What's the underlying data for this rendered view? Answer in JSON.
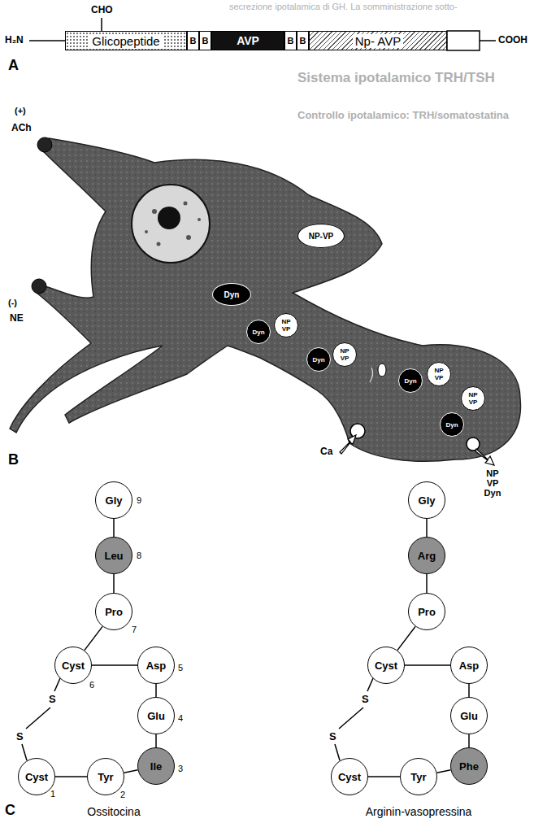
{
  "diagram": {
    "nodes": [
      {
        "text": [
          "Glicopeptide"
        ]
      },
      {
        "text": [
          "B"
        ]
      },
      {
        "text": [
          "B"
        ]
      },
      {
        "text": [
          "AVP"
        ]
      },
      {
        "text": [
          "B"
        ]
      },
      {
        "text": [
          "B"
        ]
      },
      {
        "text": [
          "Np- AVP"
        ]
      },
      {
        "text": [
          "NP-VP"
        ]
      },
      {
        "text": [
          "Dyn"
        ]
      },
      {
        "text": [
          "Dyn"
        ]
      },
      {
        "text": [
          "NP VP"
        ]
      },
      {
        "text": [
          "Dyn"
        ]
      },
      {
        "text": [
          "NP VP"
        ]
      },
      {
        "text": [
          "Dyn"
        ]
      },
      {
        "text": [
          "NP VP"
        ]
      },
      {
        "text": [
          "NP VP"
        ]
      },
      {
        "text": [
          "Dyn"
        ]
      },
      {
        "text": [
          "Gly"
        ]
      },
      {
        "text": [
          "Leu"
        ]
      },
      {
        "text": [
          "Pro"
        ]
      },
      {
        "text": [
          "Cyst"
        ]
      },
      {
        "text": [
          "Asp"
        ]
      },
      {
        "text": [
          "Glu"
        ]
      },
      {
        "text": [
          "Ile"
        ]
      },
      {
        "text": [
          "Cyst"
        ]
      },
      {
        "text": [
          "Tyr"
        ]
      },
      {
        "text": [
          "Gly"
        ]
      },
      {
        "text": [
          "Arg"
        ]
      },
      {
        "text": [
          "Pro"
        ]
      },
      {
        "text": [
          "Cyst"
        ]
      },
      {
        "text": [
          "Asp"
        ]
      },
      {
        "text": [
          "Glu"
        ]
      },
      {
        "text": [
          "Phe"
        ]
      },
      {
        "text": [
          "Cyst"
        ]
      },
      {
        "text": [
          "Tyr"
        ]
      }
    ],
    "edges": [
      {
        "from": 17,
        "to": 18,
        "arrow": "none"
      },
      {
        "from": 18,
        "to": 19,
        "arrow": "none"
      },
      {
        "from": 19,
        "to": 20,
        "arrow": "none"
      },
      {
        "from": 20,
        "to": 21,
        "arrow": "none"
      },
      {
        "from": 21,
        "to": 22,
        "arrow": "none"
      },
      {
        "from": 22,
        "to": 23,
        "arrow": "none"
      },
      {
        "from": 23,
        "to": 25,
        "arrow": "none"
      },
      {
        "from": 25,
        "to": 24,
        "arrow": "none"
      },
      {
        "from": 26,
        "to": 27,
        "arrow": "none"
      },
      {
        "from": 27,
        "to": 28,
        "arrow": "none"
      },
      {
        "from": 28,
        "to": 29,
        "arrow": "none"
      },
      {
        "from": 29,
        "to": 30,
        "arrow": "none"
      },
      {
        "from": 30,
        "to": 31,
        "arrow": "none"
      },
      {
        "from": 31,
        "to": 32,
        "arrow": "none"
      },
      {
        "from": 32,
        "to": 34,
        "arrow": "none"
      },
      {
        "from": 34,
        "to": 33,
        "arrow": "none"
      }
    ],
    "labels": [
      "secrezione ipotalamica di GH. La somministrazione sotto-",
      "Sistema ipotalamico TRH/TSH",
      "Controllo ipotalamico: TRH/somatostatina",
      "CHO",
      "H₂N",
      "COOH",
      "A",
      "(+)",
      "ACh",
      "(-)",
      "NE",
      "Ca",
      "NP VP Dyn",
      "B",
      "9",
      "8",
      "7",
      "6",
      "5",
      "4",
      "3",
      "2",
      "1",
      "S",
      "S",
      "S",
      "S",
      "C",
      "Ossitocina",
      "Arginin-vasopressina"
    ]
  }
}
